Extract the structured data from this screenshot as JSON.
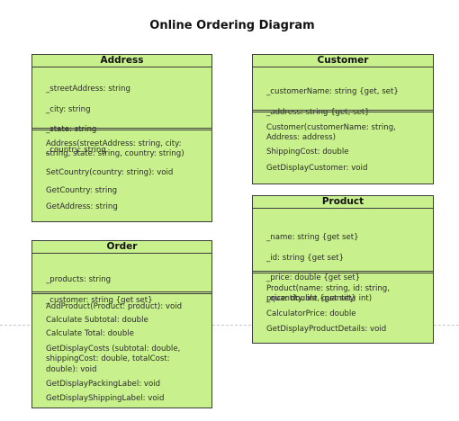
{
  "diagram": {
    "title": "Online Ordering Diagram",
    "classes": {
      "address": {
        "name": "Address",
        "fields": [
          "_streetAddress: string",
          "_city: string",
          "_state: string",
          "_country: string"
        ],
        "methods": [
          "Address(streetAddress: string, city:\nstring, state: string, country: string)",
          "SetCountry(country: string): void",
          "GetCountry: string",
          "GetAddress: string"
        ]
      },
      "customer": {
        "name": "Customer",
        "fields": [
          "_customerName: string {get, set}",
          "_address: string {get, set}"
        ],
        "methods": [
          "Customer(customerName: string,\nAddress: address)",
          "ShippingCost: double",
          "GetDisplayCustomer: void"
        ]
      },
      "product": {
        "name": "Product",
        "fields": [
          "_name: string {get set}",
          "_id: string {get set}",
          "_price: double {get set}",
          "_quantity: int {get set}"
        ],
        "methods": [
          "Product(name: string, id: string,\nprice: double, quantity: int)",
          "CalculatorPrice: double",
          "GetDisplayProductDetails: void"
        ]
      },
      "order": {
        "name": "Order",
        "fields": [
          "_products: string",
          "_customer: string {get set}"
        ],
        "methods": [
          "AddProduct(Product: product): void",
          "Calculate Subtotal: double",
          "Calculate Total: double",
          "GetDisplayCosts (subtotal: double,\nshippingCost: double, totalCost:\ndouble): void",
          "GetDisplayPackingLabel: void",
          "GetDisplayShippingLabel: void"
        ]
      }
    }
  }
}
